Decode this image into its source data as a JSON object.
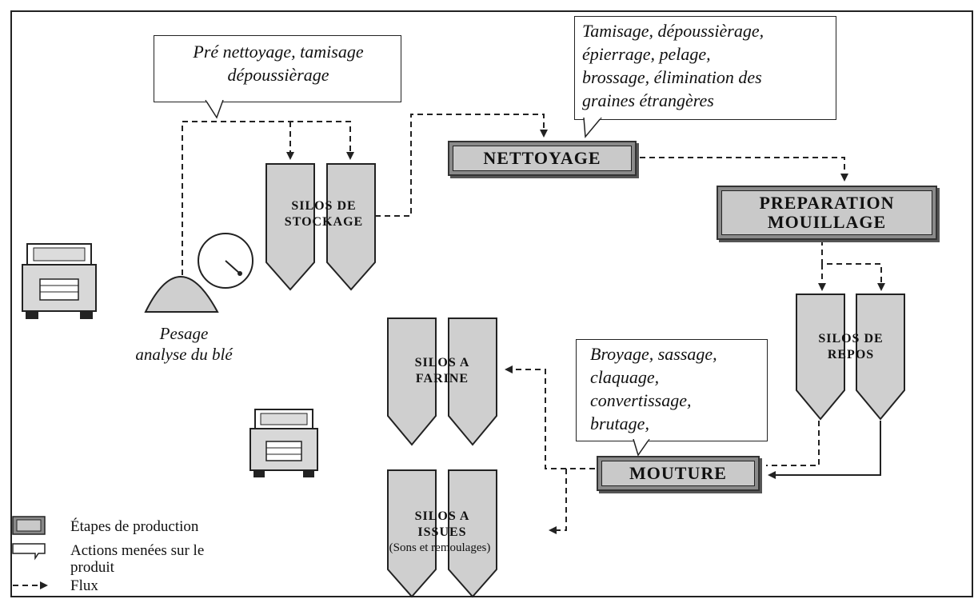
{
  "actions": {
    "pre_cleaning": "Pré nettoyage, tamisage\ndépoussièrage",
    "cleaning": "Tamisage, dépoussièrage,\népierrage, pelage,\nbrossage, élimination des\ngraines étrangères",
    "milling": "Broyage, sassage,\nclaquage,\nconvertissage,\nbrutage,"
  },
  "steps": {
    "nettoyage": "NETTOYAGE",
    "preparation": "PREPARATION\nMOUILLAGE",
    "mouture": "MOUTURE"
  },
  "silos": {
    "stockage": "SILOS DE\nSTOCKAGE",
    "repos": "SILOS DE\nREPOS",
    "farine": "SILOS A\nFARINE",
    "issues": "SILOS A\nISSUES",
    "issues_note": "(Sons et remoulages)"
  },
  "weighing": "Pesage\nanalyse du blé",
  "legend": {
    "steps": "Étapes de production",
    "actions": "Actions menées sur le\nproduit",
    "flow": "Flux"
  },
  "colors": {
    "step_fill": "#c9c9c9",
    "silo_fill": "#cfcfcf",
    "line": "#222222"
  },
  "icons": [
    "truck-icon",
    "scale-icon",
    "dial-icon"
  ]
}
